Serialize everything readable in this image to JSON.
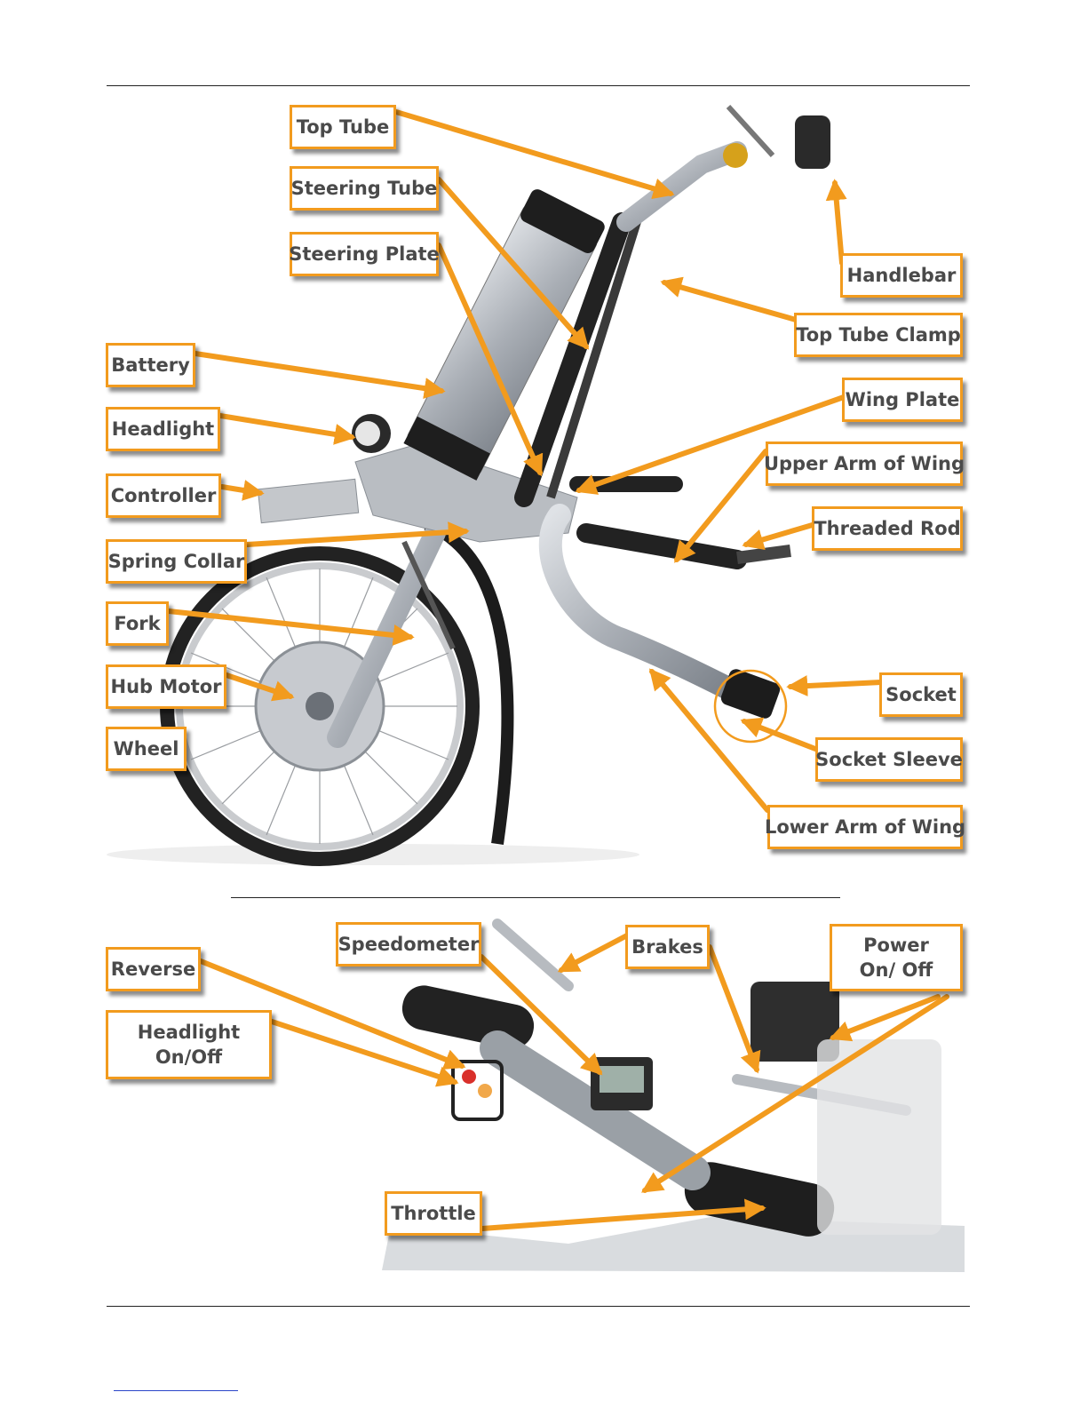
{
  "callouts": {
    "top_tube": "Top Tube",
    "steering_tube": "Steering Tube",
    "steering_plate": "Steering Plate",
    "handlebar": "Handlebar",
    "top_tube_clamp": "Top Tube Clamp",
    "battery": "Battery",
    "wing_plate": "Wing Plate",
    "headlight": "Headlight",
    "upper_arm_of_wing": "Upper Arm of Wing",
    "controller": "Controller",
    "threaded_rod": "Threaded Rod",
    "spring_collar": "Spring Collar",
    "fork": "Fork",
    "hub_motor": "Hub Motor",
    "socket": "Socket",
    "wheel": "Wheel",
    "socket_sleeve": "Socket Sleeve",
    "lower_arm_of_wing": "Lower Arm of Wing",
    "speedometer": "Speedometer",
    "brakes": "Brakes",
    "power_on_off": "Power On/ Off",
    "reverse": "Reverse",
    "headlight_on_off": "Headlight On/Off",
    "throttle": "Throttle"
  },
  "colors": {
    "accent": "#f29b1e",
    "label_text": "#4a4a4a"
  }
}
